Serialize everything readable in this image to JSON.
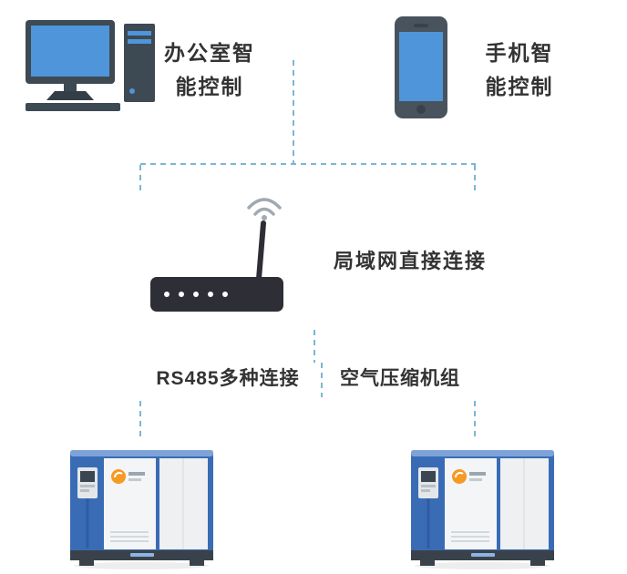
{
  "labels": {
    "office": {
      "line1": "办公室智",
      "line2": "能控制"
    },
    "mobile": {
      "line1": "手机智",
      "line2": "能控制"
    },
    "lan": "局域网直接连接",
    "rs485": "RS485多种连接",
    "compressors": "空气压缩机组"
  },
  "icons": {
    "computer": "desktop-computer-icon",
    "mobile": "smartphone-icon",
    "router": "wifi-router-icon",
    "wifi": "wifi-signal-icon",
    "compressor": "air-compressor-icon"
  },
  "colors": {
    "dashed_line": "#7cb6d4",
    "label_text": "#333333",
    "screen_blue": "#4e95d9",
    "device_gray": "#3d4953",
    "router_black": "#2e2e36",
    "wifi_gray": "#a2a9b0",
    "compressor_blue": "#3a6cb5",
    "compressor_panel": "#f4f5f6",
    "compressor_base": "#39424b",
    "logo_orange": "#f59a23"
  }
}
